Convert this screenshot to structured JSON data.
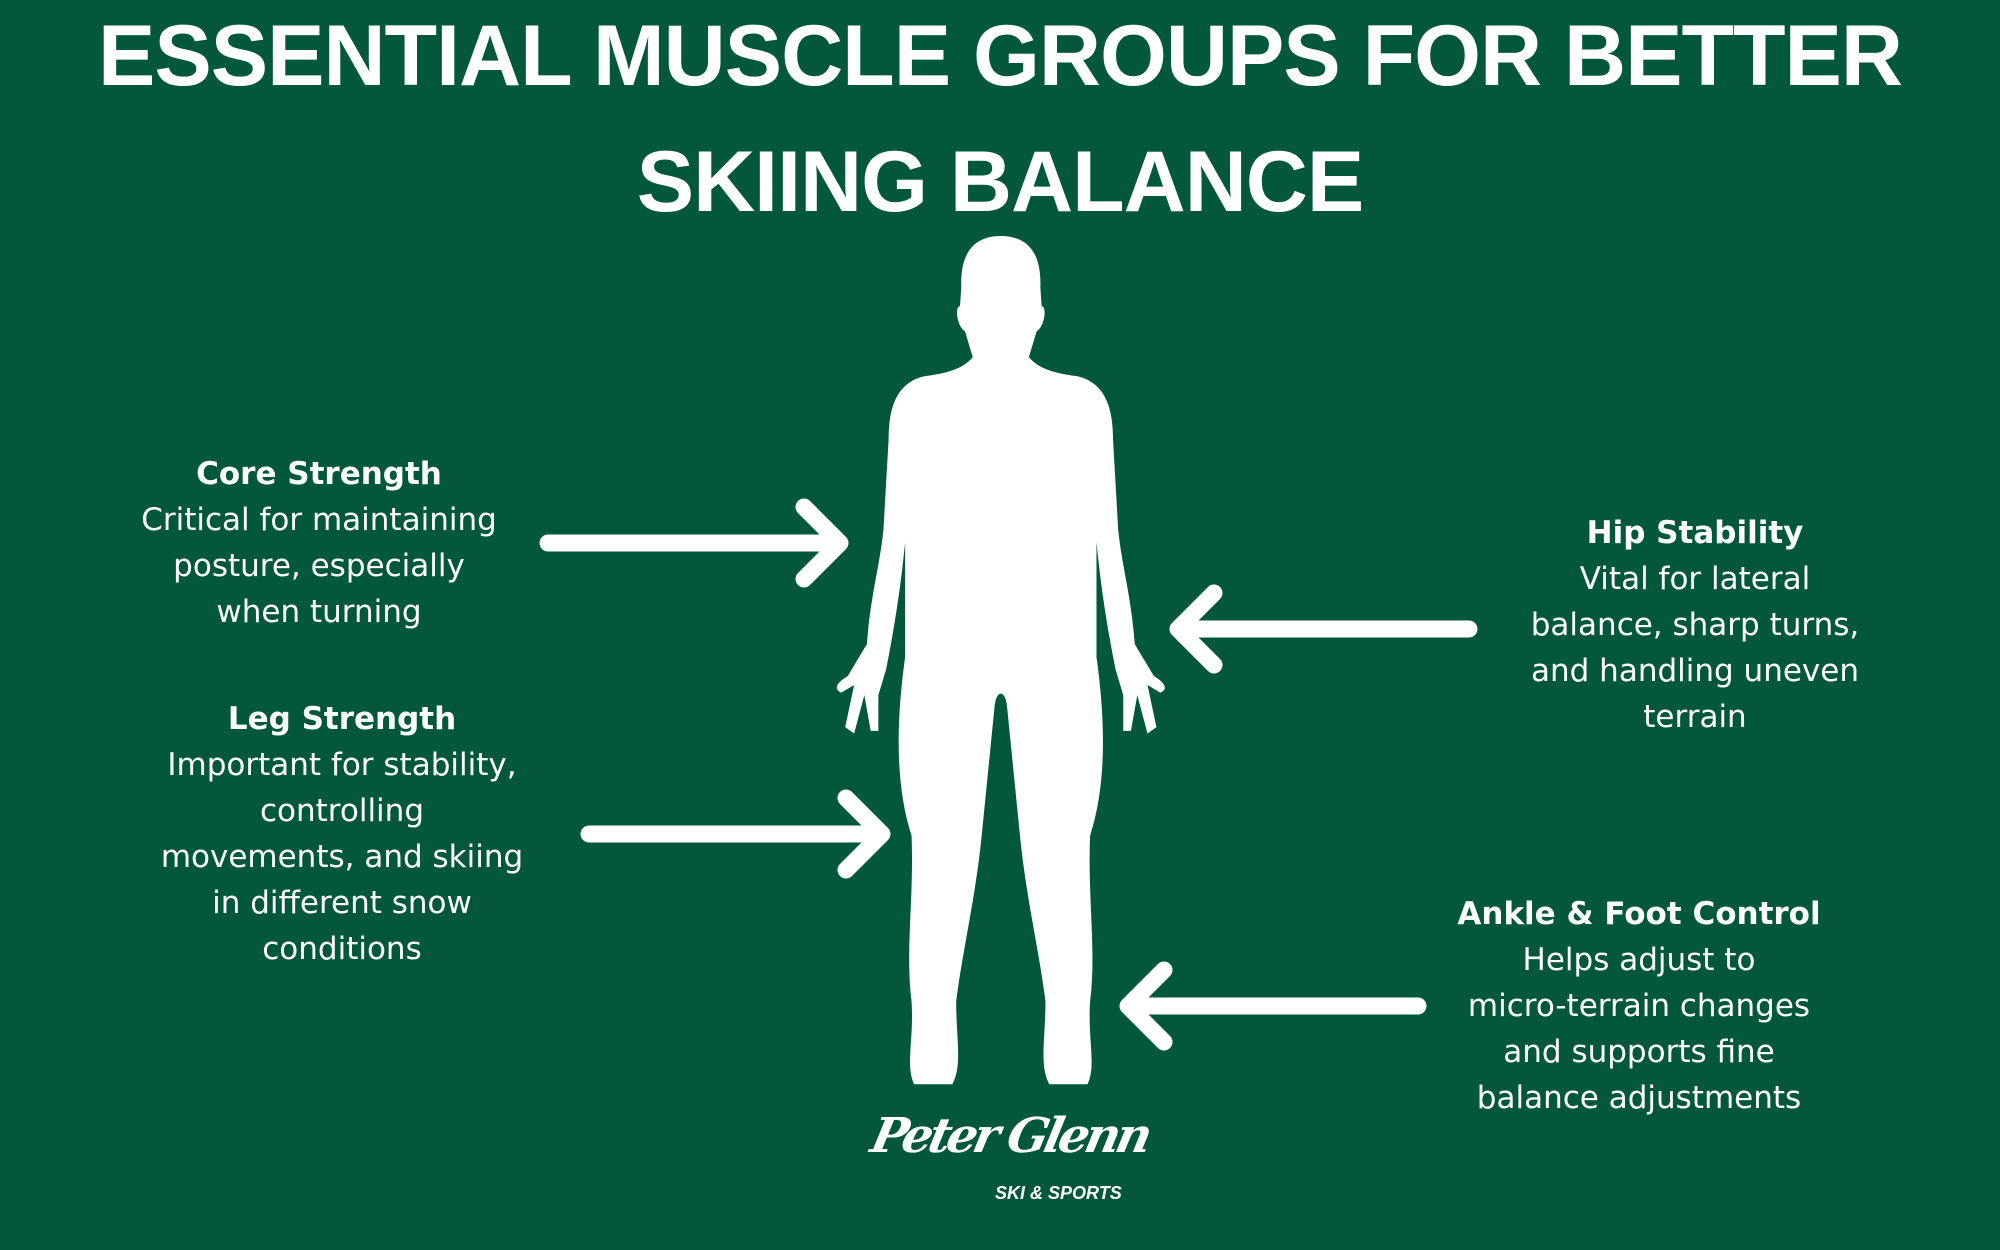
{
  "title": {
    "line1": "ESSENTIAL MUSCLE GROUPS FOR BETTER",
    "line2": "SKIING BALANCE"
  },
  "colors": {
    "background": "#03573a",
    "foreground": "#ffffff"
  },
  "sections": [
    {
      "heading": "Core Strength",
      "lines": [
        "Critical for maintaining",
        "posture, especially",
        "when turning"
      ],
      "arrow": "arrow-right"
    },
    {
      "heading": "Leg Strength",
      "lines": [
        "Important for stability,",
        "controlling",
        "movements, and skiing",
        "in different snow",
        "conditions"
      ],
      "arrow": "arrow-right"
    },
    {
      "heading": "Hip Stability",
      "lines": [
        "Vital for lateral",
        "balance, sharp turns,",
        "and handling uneven",
        "terrain"
      ],
      "arrow": "arrow-left"
    },
    {
      "heading": "Ankle & Foot Control",
      "lines": [
        "Helps adjust to",
        "micro-terrain changes",
        "and supports fine",
        "balance adjustments"
      ],
      "arrow": "arrow-left"
    }
  ],
  "logo": {
    "name": "Peter Glenn",
    "tagline": "SKI & SPORTS"
  }
}
